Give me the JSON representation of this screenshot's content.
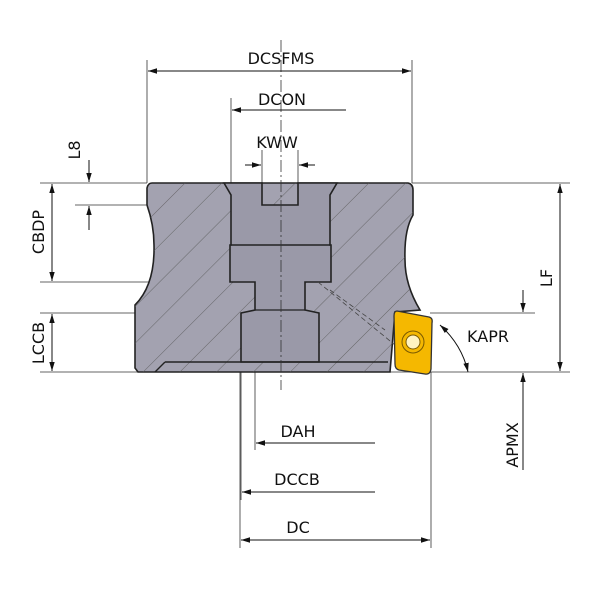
{
  "labels": {
    "dcsfms": "DCSFMS",
    "dcon": "DCON",
    "kww": "KWW",
    "l8": "L8",
    "cbdp": "CBDP",
    "lccb": "LCCB",
    "lf": "LF",
    "kapr": "KAPR",
    "apmx": "APMX",
    "dah": "DAH",
    "dccb": "DCCB",
    "dc": "DC"
  },
  "colors": {
    "body": "#a3a2b0",
    "bore": "#9a99a8",
    "insert": "#f5b800"
  }
}
